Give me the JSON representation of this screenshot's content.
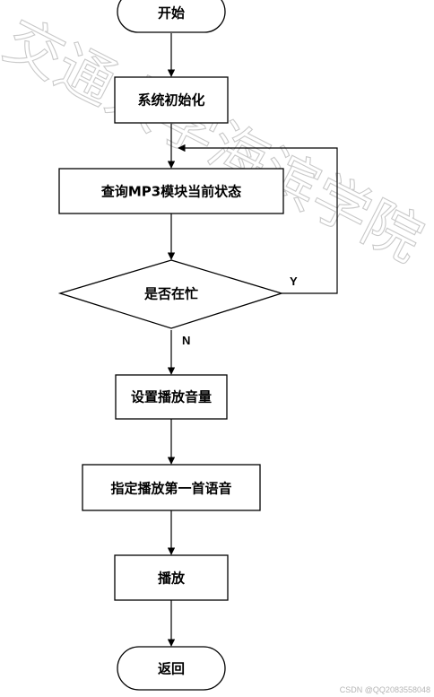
{
  "nodes": {
    "start": "开始",
    "init": "系统初始化",
    "query": "查询MP3模块当前状态",
    "decision": "是否在忙",
    "volume": "设置播放音量",
    "first_track": "指定播放第一首语音",
    "play": "播放",
    "return": "返回"
  },
  "edge_labels": {
    "yes": "Y",
    "no": "N"
  },
  "watermark": "交通大学海滨学院",
  "credit": "CSDN @QQ2083558048",
  "colors": {
    "stroke": "#000000",
    "background": "#ffffff",
    "watermark": "#c9c9c9",
    "credit": "#b5b5b5"
  }
}
